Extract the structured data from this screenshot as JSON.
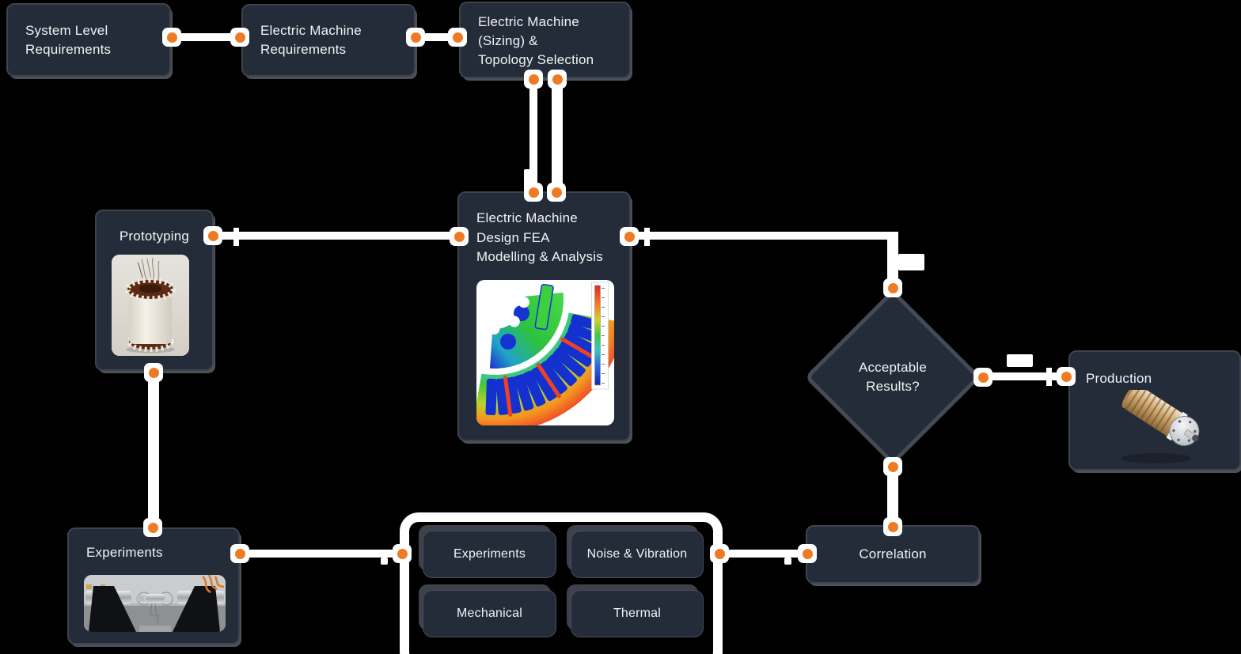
{
  "colors": {
    "background": "#000000",
    "node_fill": "#242b39",
    "node_border": "#3f434e",
    "node_shadow": "#4d5057",
    "text": "#f2f3f5",
    "connector": "#ffffff",
    "endpoint_dot": "#ee7b23",
    "image_card": "#ffffff"
  },
  "nodes": {
    "system_requirements": {
      "label": "System Level\nRequirements"
    },
    "machine_requirements": {
      "label": "Electric Machine\nRequirements"
    },
    "sizing_topology": {
      "label": "Electric Machine\n(Sizing) &\nTopology Selection"
    },
    "fea": {
      "label": "Electric Machine\nDesign FEA\nModelling & Analysis",
      "image": "fea-simulation-plot"
    },
    "prototyping": {
      "label": "Prototyping",
      "image": "wound-stator-prototype-photo"
    },
    "experiments": {
      "label": "Experiments",
      "image": "motor-test-bench-photo"
    },
    "decision": {
      "label": "Acceptable\nResults?"
    },
    "production": {
      "label": "Production",
      "image": "rotor-assembly-photo"
    },
    "correlation": {
      "label": "Correlation"
    },
    "validation_group": {
      "items": [
        {
          "label": "Experiments"
        },
        {
          "label": "Noise & Vibration"
        },
        {
          "label": "Mechanical"
        },
        {
          "label": "Thermal"
        }
      ]
    }
  }
}
